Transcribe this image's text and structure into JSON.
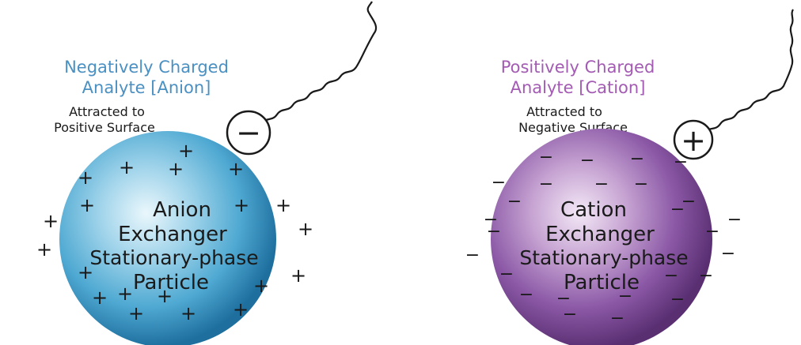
{
  "colors": {
    "anion_title": "#4a90c2",
    "cation_title": "#a35bb3",
    "anion_sphere_light": "#eaf7fc",
    "anion_sphere_mid": "#5fb6d9",
    "anion_sphere_dark": "#1e6f9e",
    "cation_sphere_light": "#f3e8f6",
    "cation_sphere_mid": "#9a6ab0",
    "cation_sphere_dark": "#5a2f72",
    "ink": "#1a1a1a"
  },
  "left": {
    "title_line1": "Negatively Charged",
    "title_line2": "Analyte [Anion]",
    "note_line1": "Attracted to",
    "note_line2": "Positive Surface",
    "analyte_sign": "−",
    "surface_sign": "+",
    "label_line1": "Anion",
    "label_line2": "Exchanger",
    "label_line3": "Stationary-phase",
    "label_line4": "Particle"
  },
  "right": {
    "title_line1": "Positively Charged",
    "title_line2": "Analyte [Cation]",
    "note_line1": "Attracted to",
    "note_line2": "Negative Surface",
    "analyte_sign": "+",
    "surface_sign": "−",
    "label_line1": "Cation",
    "label_line2": "Exchanger",
    "label_line3": "Stationary-phase",
    "label_line4": "Particle"
  }
}
